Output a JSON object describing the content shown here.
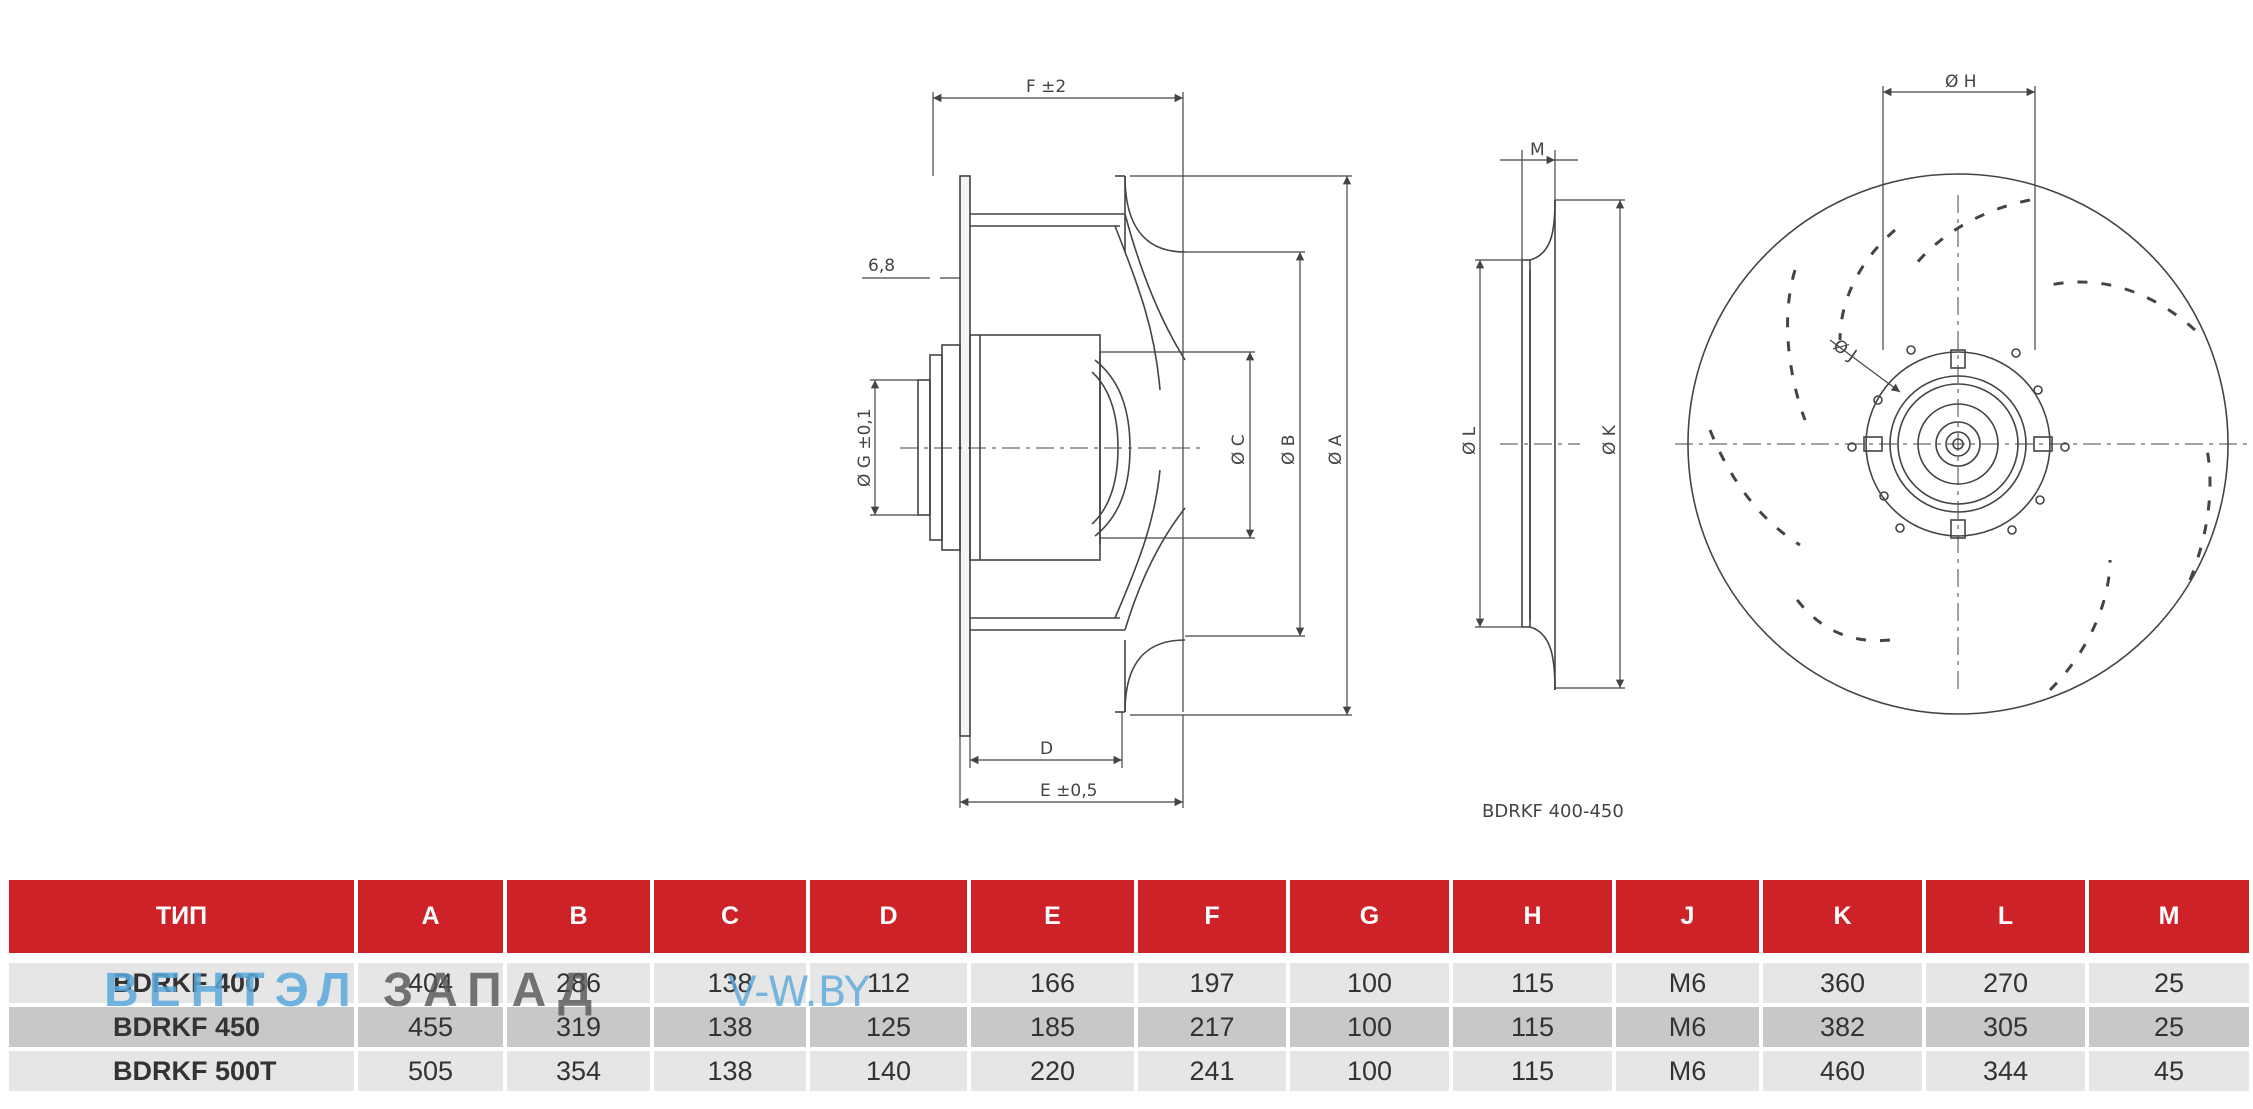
{
  "drawing": {
    "labels": {
      "F": "F ±2",
      "t": "6,8",
      "G": "Ø G ±0,1",
      "C": "Ø C",
      "B": "Ø B",
      "A": "Ø A",
      "D": "D",
      "E": "E ±0,5",
      "M": "M",
      "L": "Ø L",
      "K": "Ø K",
      "H": "Ø H",
      "J": "Ø J"
    },
    "caption": "BDRKF 400-450"
  },
  "table": {
    "headers": [
      "ТИП",
      "A",
      "B",
      "C",
      "D",
      "E",
      "F",
      "G",
      "H",
      "J",
      "K",
      "L",
      "M"
    ],
    "rows": [
      [
        "BDRKF 400",
        "404",
        "286",
        "138",
        "112",
        "166",
        "197",
        "100",
        "115",
        "M6",
        "360",
        "270",
        "25"
      ],
      [
        "BDRKF 450",
        "455",
        "319",
        "138",
        "125",
        "185",
        "217",
        "100",
        "115",
        "M6",
        "382",
        "305",
        "25"
      ],
      [
        "BDRKF 500T",
        "505",
        "354",
        "138",
        "140",
        "220",
        "241",
        "100",
        "115",
        "M6",
        "460",
        "344",
        "45"
      ]
    ]
  },
  "watermark": {
    "part1": "ВЕНТЭЛ",
    "part2": "ЗАПАД",
    "part3": "V-W.BY"
  }
}
